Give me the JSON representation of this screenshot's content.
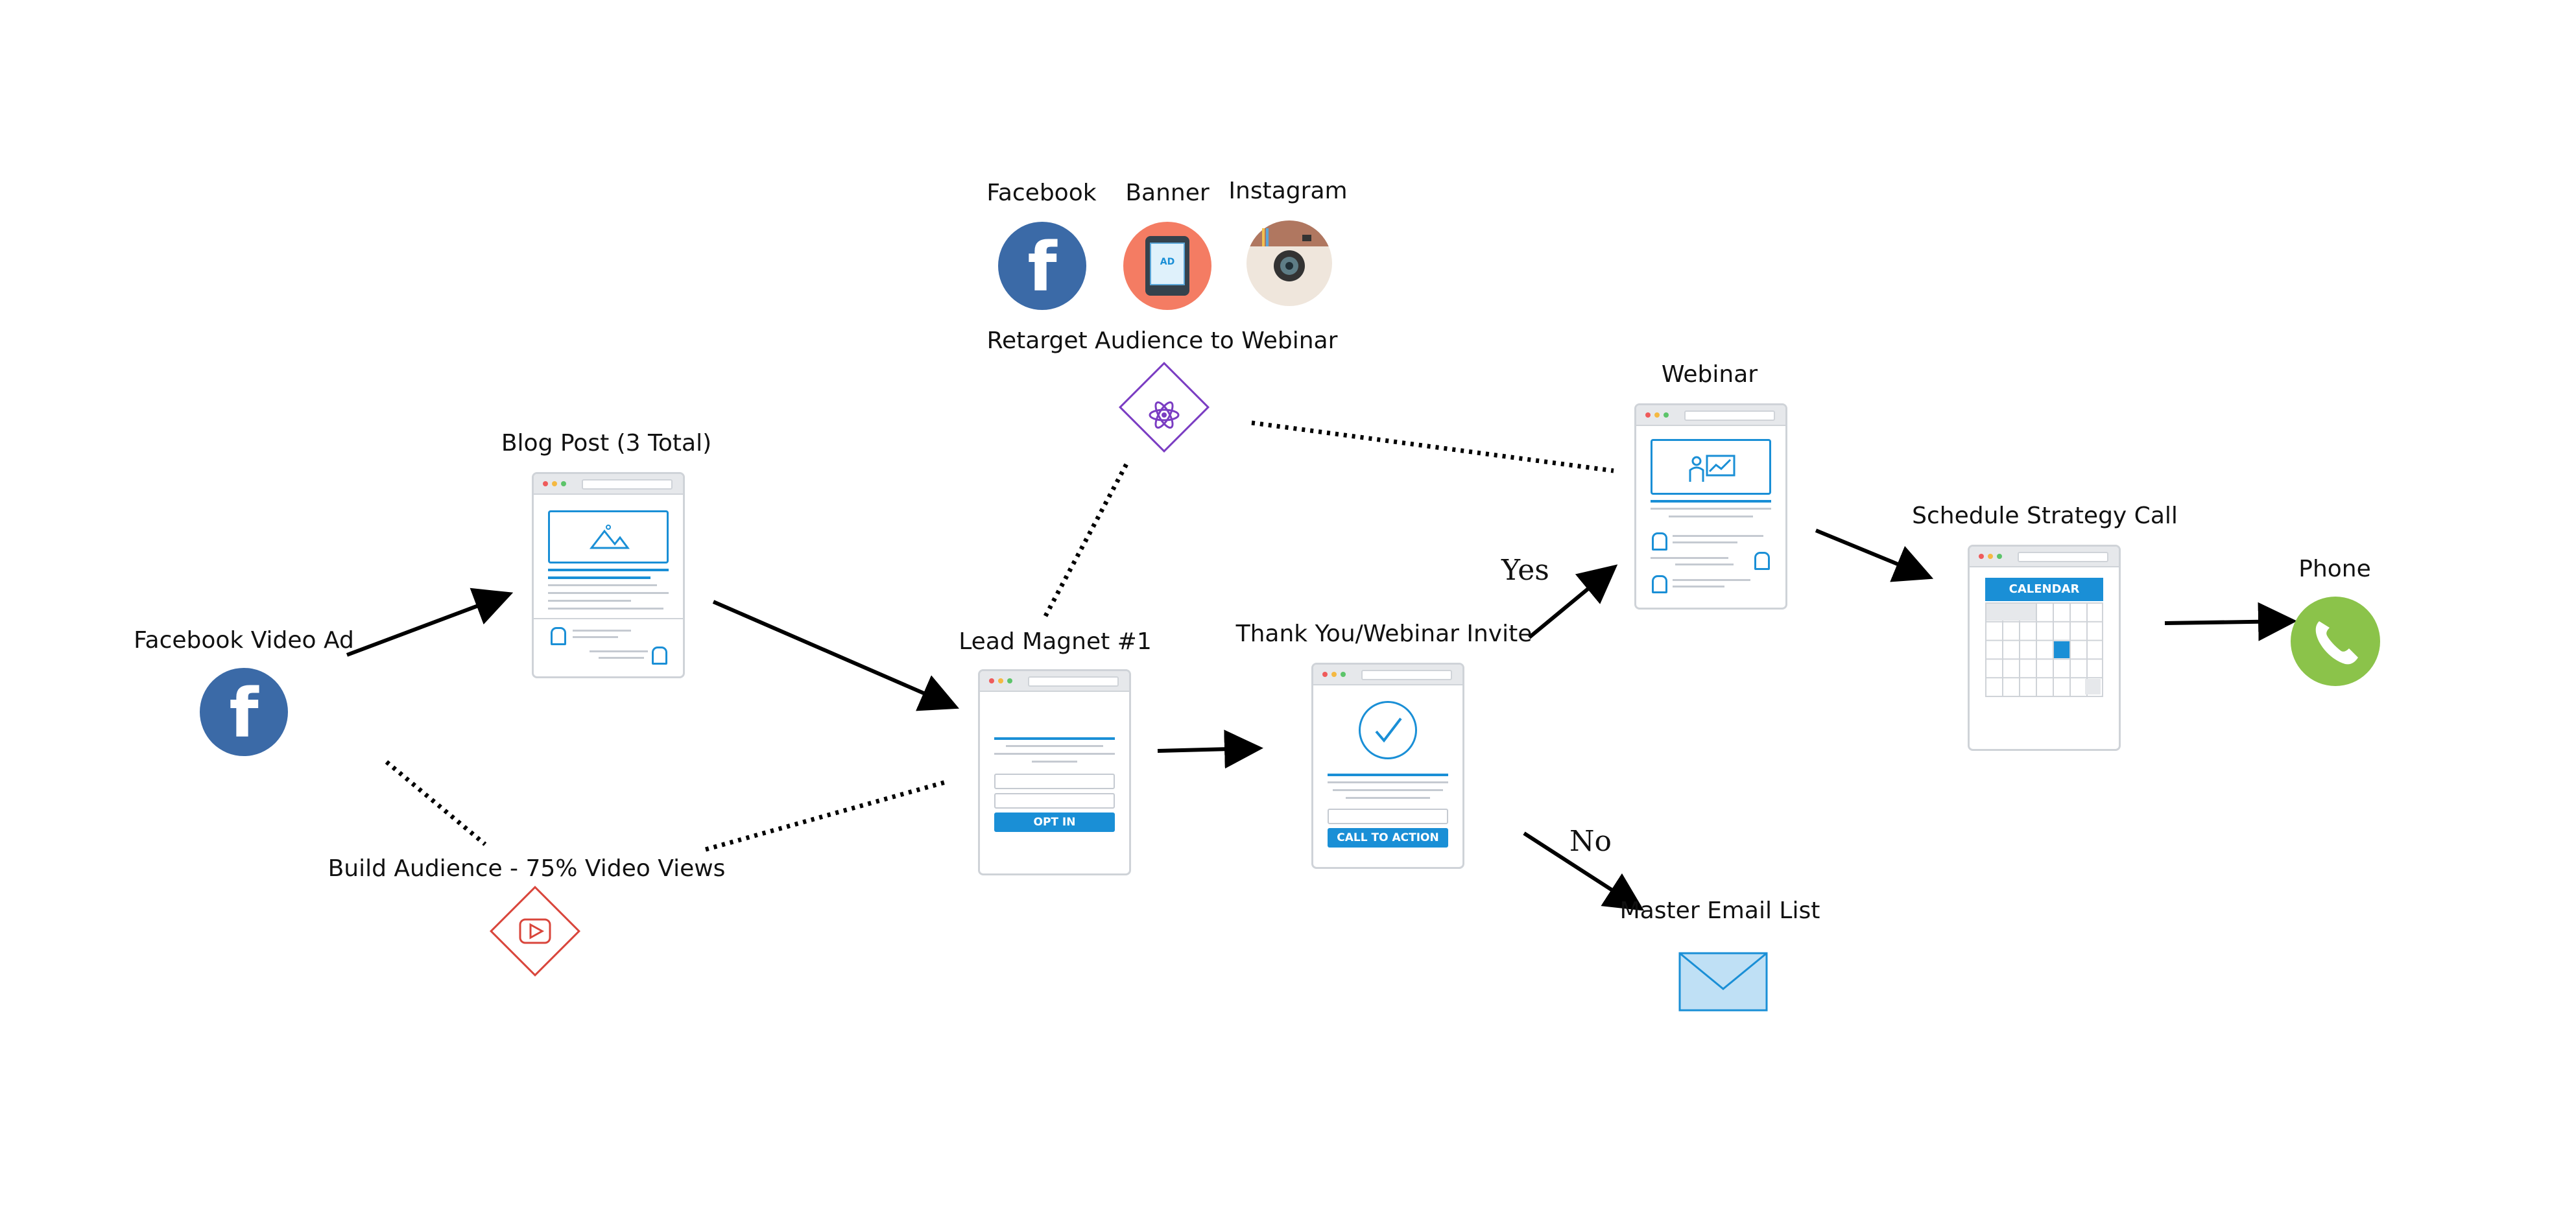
{
  "labels": {
    "facebook_video_ad": "Facebook Video Ad",
    "blog_post": "Blog Post (3 Total)",
    "build_audience": "Build Audience - 75% Video Views",
    "lead_magnet": "Lead Magnet #1",
    "retarget": "Retarget Audience to Webinar",
    "facebook": "Facebook",
    "banner": "Banner",
    "instagram": "Instagram",
    "thank_you": "Thank You/Webinar Invite",
    "webinar": "Webinar",
    "yes": "Yes",
    "no": "No",
    "master_email_list": "Master Email List",
    "schedule_call": "Schedule Strategy Call",
    "phone": "Phone"
  },
  "buttons": {
    "opt_in": "OPT IN",
    "call_to_action": "CALL TO ACTION",
    "calendar": "CALENDAR"
  },
  "icons": {
    "facebook_letter": "f",
    "banner_ad": "AD"
  },
  "colors": {
    "facebook_blue": "#3b6aa7",
    "banner_salmon": "#f47c63",
    "accent_blue": "#1a8fd6",
    "phone_green": "#8bc34a",
    "youtube_red": "#d9453b",
    "retarget_purple": "#7a3cc2"
  }
}
